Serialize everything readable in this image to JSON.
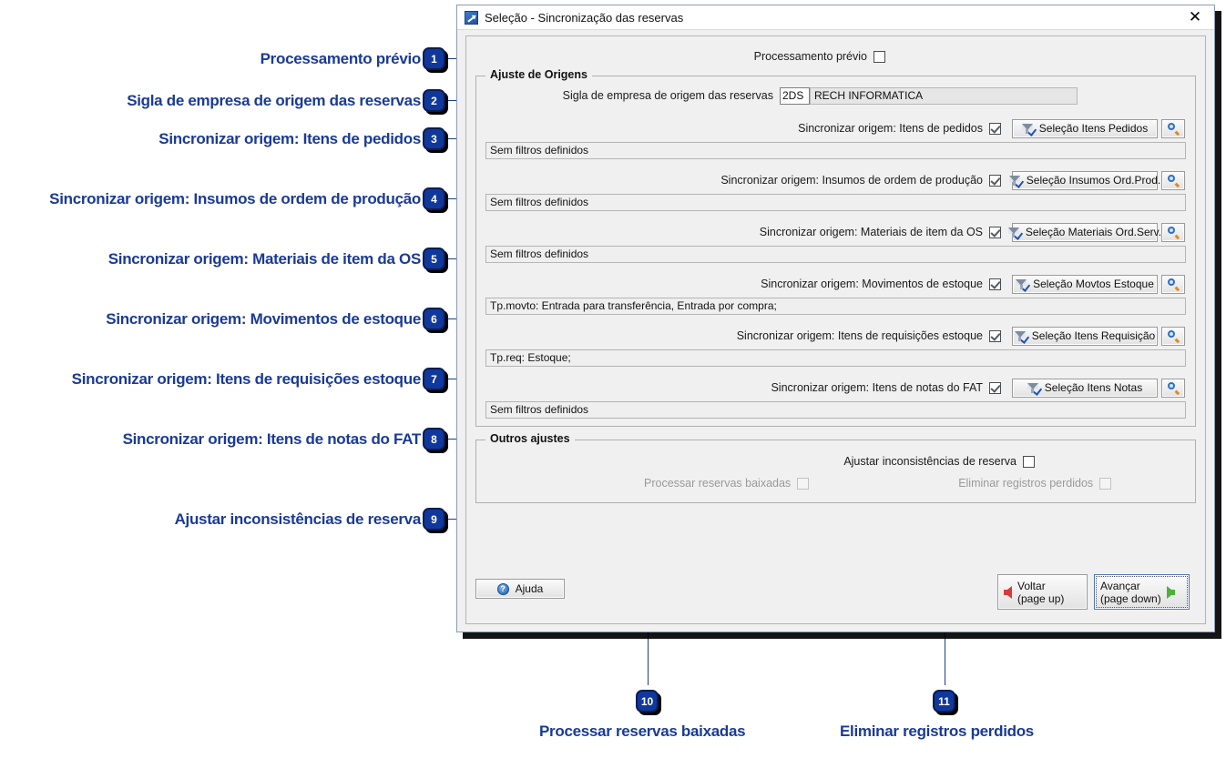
{
  "window": {
    "title": "Seleção - Sincronização das reservas",
    "icon": "app-icon",
    "close_label": "✕"
  },
  "top": {
    "processamento_previo_label": "Processamento prévio",
    "processamento_previo_checked": false
  },
  "group_origens": {
    "title": "Ajuste de Origens",
    "sigla": {
      "label": "Sigla de empresa de origem das reservas",
      "code_value": "2DS",
      "name_value": "RECH INFORMATICA"
    },
    "rows": [
      {
        "label": "Sincronizar origem: Itens de pedidos",
        "checked": true,
        "button": "Seleção Itens Pedidos",
        "button_accel": "P",
        "filter": "Sem filtros definidos"
      },
      {
        "label": "Sincronizar origem: Insumos de ordem de produção",
        "checked": true,
        "button": "Seleção Insumos Ord.Prod.",
        "button_accel": "I",
        "filter": "Sem filtros definidos"
      },
      {
        "label": "Sincronizar origem: Materiais de item da OS",
        "checked": true,
        "button": "Seleção Materiais Ord.Serv.",
        "button_accel": "M",
        "filter": "Sem filtros definidos"
      },
      {
        "label": "Sincronizar origem: Movimentos de estoque",
        "checked": true,
        "button": "Seleção Movtos Estoque",
        "button_accel": "E",
        "filter": "Tp.movto: Entrada para transferência, Entrada por compra;"
      },
      {
        "label": "Sincronizar origem: Itens de requisições estoque",
        "checked": true,
        "button": "Seleção Itens Requisição",
        "button_accel": "R",
        "filter": "Tp.req: Estoque;"
      },
      {
        "label": "Sincronizar origem: Itens de notas do FAT",
        "checked": true,
        "button": "Seleção Itens Notas",
        "button_accel": "N",
        "filter": "Sem filtros definidos"
      }
    ]
  },
  "group_outros": {
    "title": "Outros ajustes",
    "ajustar_label": "Ajustar inconsistências de reserva",
    "ajustar_checked": false,
    "processar_label": "Processar reservas baixadas",
    "processar_checked": false,
    "processar_disabled": true,
    "eliminar_label": "Eliminar registros perdidos",
    "eliminar_checked": false,
    "eliminar_disabled": true
  },
  "footer": {
    "ajuda_label": "Ajuda",
    "voltar_line1": "Voltar",
    "voltar_line2": "(page up)",
    "avancar_line1": "Avançar",
    "avancar_line2": "(page down)"
  },
  "annotations": {
    "accent_color": "#10389c",
    "label_color": "#1a3a96",
    "items": [
      {
        "n": "1",
        "text": "Processamento prévio"
      },
      {
        "n": "2",
        "text": "Sigla de empresa de origem das reservas"
      },
      {
        "n": "3",
        "text": "Sincronizar origem: Itens de pedidos"
      },
      {
        "n": "4",
        "text": "Sincronizar origem: Insumos de ordem de produção"
      },
      {
        "n": "5",
        "text": "Sincronizar origem: Materiais de item da OS"
      },
      {
        "n": "6",
        "text": "Sincronizar origem: Movimentos de estoque"
      },
      {
        "n": "7",
        "text": "Sincronizar origem: Itens de requisições estoque"
      },
      {
        "n": "8",
        "text": "Sincronizar origem: Itens de notas do FAT"
      },
      {
        "n": "9",
        "text": "Ajustar inconsistências de reserva"
      },
      {
        "n": "10",
        "text": "Processar reservas baixadas"
      },
      {
        "n": "11",
        "text": "Eliminar registros perdidos"
      }
    ]
  }
}
